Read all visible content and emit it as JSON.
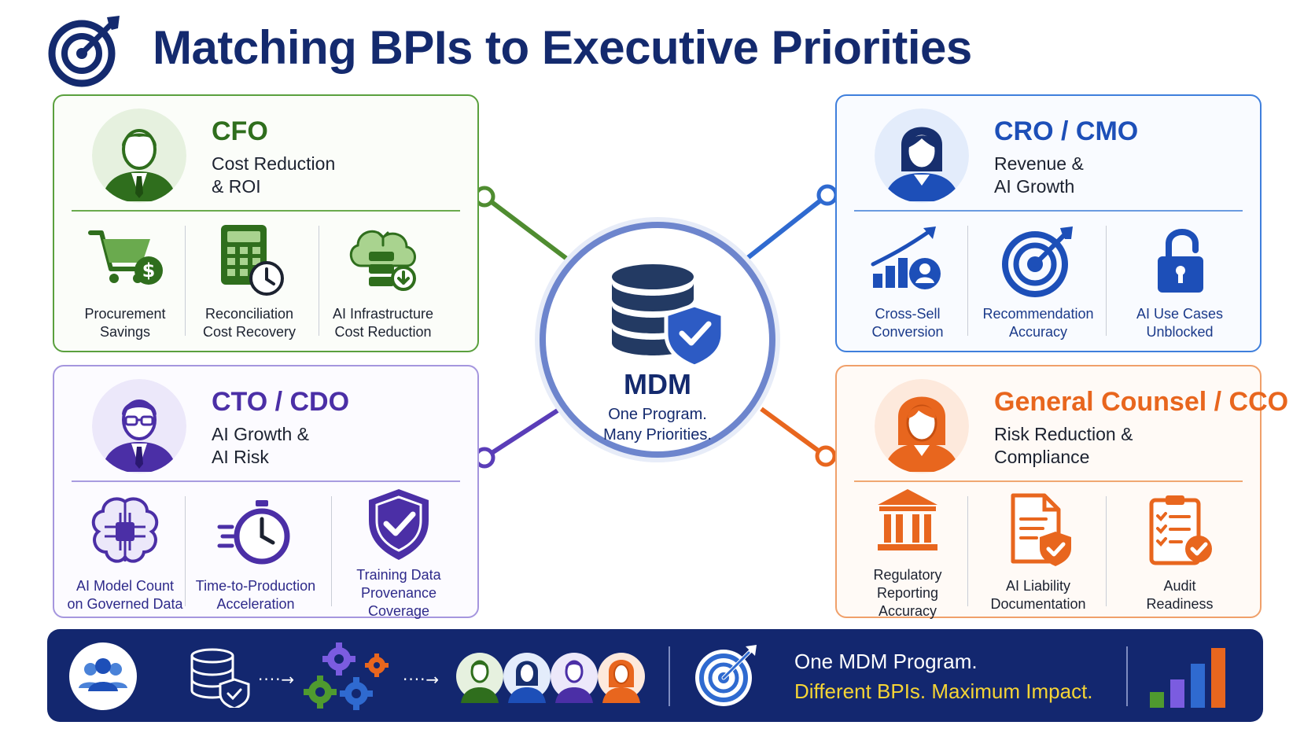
{
  "header": {
    "title": "Matching BPIs to Executive Priorities",
    "icon": "target-arrow-icon"
  },
  "hub": {
    "title": "MDM",
    "subtitle_line1": "One Program.",
    "subtitle_line2": "Many Priorities.",
    "icon": "database-shield-icon"
  },
  "cards": {
    "cfo": {
      "role": "CFO",
      "subtitle": "Cost Reduction\n& ROI",
      "color": "#2f6e1d",
      "metrics": [
        {
          "label": "Procurement\nSavings",
          "icon": "shopping-cart-dollar-icon"
        },
        {
          "label": "Reconciliation\nCost Recovery",
          "icon": "calculator-clock-icon"
        },
        {
          "label": "AI Infrastructure\nCost Reduction",
          "icon": "cloud-server-icon"
        }
      ]
    },
    "cro": {
      "role": "CRO / CMO",
      "subtitle": "Revenue &\nAI Growth",
      "color": "#1d4fb8",
      "metrics": [
        {
          "label": "Cross-Sell\nConversion",
          "icon": "growth-chart-icon"
        },
        {
          "label": "Recommendation\nAccuracy",
          "icon": "target-icon"
        },
        {
          "label": "AI Use Cases\nUnblocked",
          "icon": "unlocked-padlock-icon"
        }
      ]
    },
    "cto": {
      "role": "CTO / CDO",
      "subtitle": "AI Growth &\nAI Risk",
      "color": "#4b2fa6",
      "metrics": [
        {
          "label": "AI Model Count\non Governed Data",
          "icon": "brain-chip-icon"
        },
        {
          "label": "Time-to-Production\nAcceleration",
          "icon": "stopwatch-icon"
        },
        {
          "label": "Training Data\nProvenance\nCoverage",
          "icon": "shield-check-icon"
        }
      ]
    },
    "gc": {
      "role": "General Counsel / CCO",
      "subtitle": "Risk Reduction &\nCompliance",
      "color": "#e8661e",
      "metrics": [
        {
          "label": "Regulatory\nReporting\nAccuracy",
          "icon": "government-building-icon"
        },
        {
          "label": "AI Liability\nDocumentation",
          "icon": "document-shield-icon"
        },
        {
          "label": "Audit\nReadiness",
          "icon": "clipboard-checklist-icon"
        }
      ]
    }
  },
  "banner": {
    "line1": "One MDM Program.",
    "line2": "Different BPIs. Maximum Impact.",
    "arrow": "····→",
    "icons": [
      "people-group-icon",
      "database-shield-icon",
      "gears-icon",
      "executive-avatars-icon",
      "target-icon",
      "bar-chart-icon"
    ],
    "line2_color": "#f6d535"
  },
  "colors": {
    "navy": "#142a6e",
    "green": "#2f6e1d",
    "blue": "#1d4fb8",
    "purple": "#4b2fa6",
    "orange": "#e8661e"
  }
}
